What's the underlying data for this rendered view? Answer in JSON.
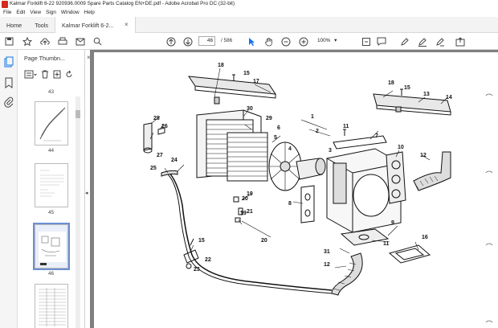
{
  "window": {
    "title": "Kalmar Forklift 6-22 920936.0009 Spare Parts Catalog EN+DE.pdf - Adobe Acrobat Pro DC (32-bit)"
  },
  "menu": [
    "File",
    "Edit",
    "View",
    "Sign",
    "Window",
    "Help"
  ],
  "tabs": {
    "home": "Home",
    "tools": "Tools",
    "doc": "Kalmar Forklift 6-2...",
    "doc_close": "×"
  },
  "toolbar": {
    "page_current": "46",
    "page_total": "/ 586",
    "zoom": "100%"
  },
  "panel": {
    "title": "Page Thumbn...",
    "close": "×",
    "thumbs": [
      {
        "label": "43"
      },
      {
        "label": "44"
      },
      {
        "label": "45"
      },
      {
        "label": "46",
        "selected": true
      },
      {
        "label": ""
      }
    ]
  },
  "diagram": {
    "callouts": [
      "1",
      "2",
      "3",
      "4",
      "5",
      "6",
      "7",
      "8",
      "9",
      "10",
      "11",
      "12",
      "13",
      "14",
      "15",
      "16",
      "17",
      "18",
      "19",
      "20",
      "21",
      "22",
      "23",
      "24",
      "25",
      "26",
      "27",
      "28",
      "29",
      "30",
      "31"
    ]
  },
  "colors": {
    "accent": "#1473e6",
    "brand": "#d52a1f",
    "viewer_bg": "#808080"
  }
}
